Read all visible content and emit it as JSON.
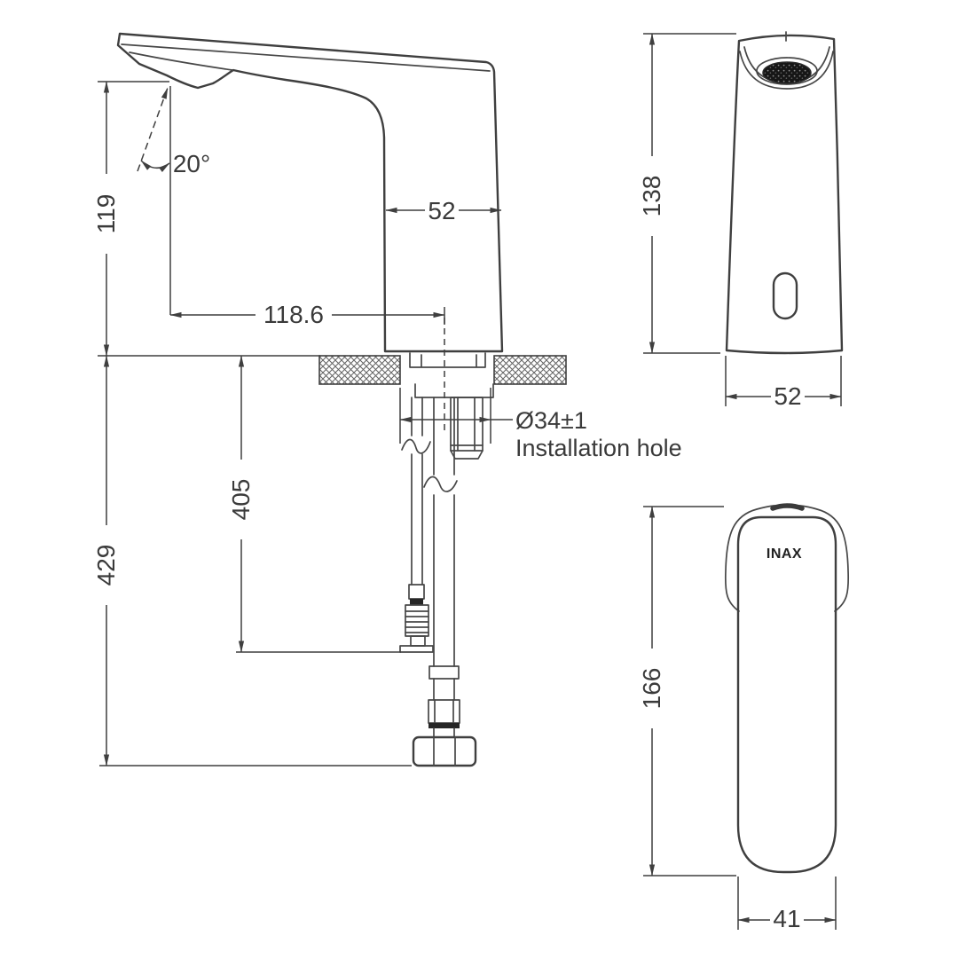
{
  "colors": {
    "background": "#ffffff",
    "line": "#3f3f3f",
    "text": "#3a3a3a",
    "aerator": "#161616"
  },
  "views": {
    "side": {
      "dims": {
        "spout_height": "119",
        "angle": "20°",
        "top_depth": "52",
        "reach": "118.6",
        "cable_drop": "405",
        "hose_drop": "429",
        "hole_dia": "Ø34±1",
        "hole_text": "Installation hole"
      }
    },
    "front": {
      "dims": {
        "height": "138",
        "width": "52"
      }
    },
    "top": {
      "logo": "INAX",
      "dims": {
        "length": "166",
        "width": "41"
      }
    }
  }
}
